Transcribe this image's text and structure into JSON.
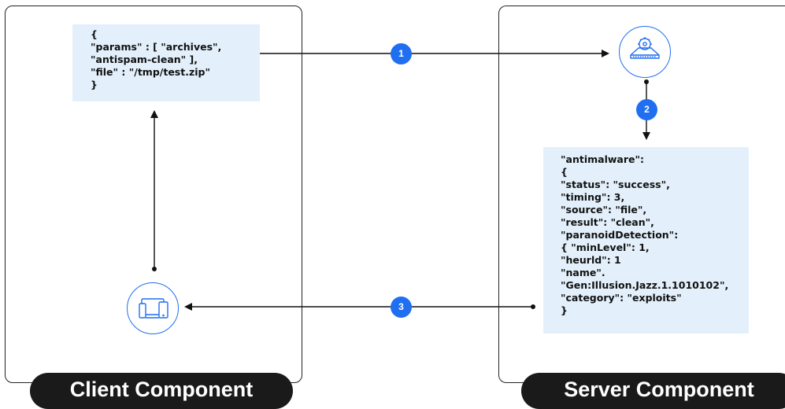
{
  "client": {
    "label": "Client Component",
    "request_lines": [
      "{",
      "\"params\" : [ \"archives\",",
      "\"antispam-clean\" ],",
      "\"file\" : \"/tmp/test.zip\"",
      "}"
    ]
  },
  "server": {
    "label": "Server Component",
    "response_lines": [
      "\"antimalware\":",
      "{",
      "\"status\": \"success\",",
      "\"timing\": 3,",
      "\"source\": \"file\",",
      "\"result\": \"clean\",",
      "\"paranoidDetection\":",
      "{ \"minLevel\": 1,",
      "\"heurld\": 1",
      "\"name\".",
      "\"Gen:Illusion.Jazz.1.1010102\",",
      "\"category\": \"exploits\"",
      "}"
    ]
  },
  "steps": [
    "1",
    "2",
    "3"
  ],
  "icons": {
    "server": "server-scan-icon",
    "client": "devices-icon"
  },
  "colors": {
    "accent": "#1f6ff0",
    "code_bg": "#e3f0fb",
    "label_bg": "#1a1a1a"
  }
}
